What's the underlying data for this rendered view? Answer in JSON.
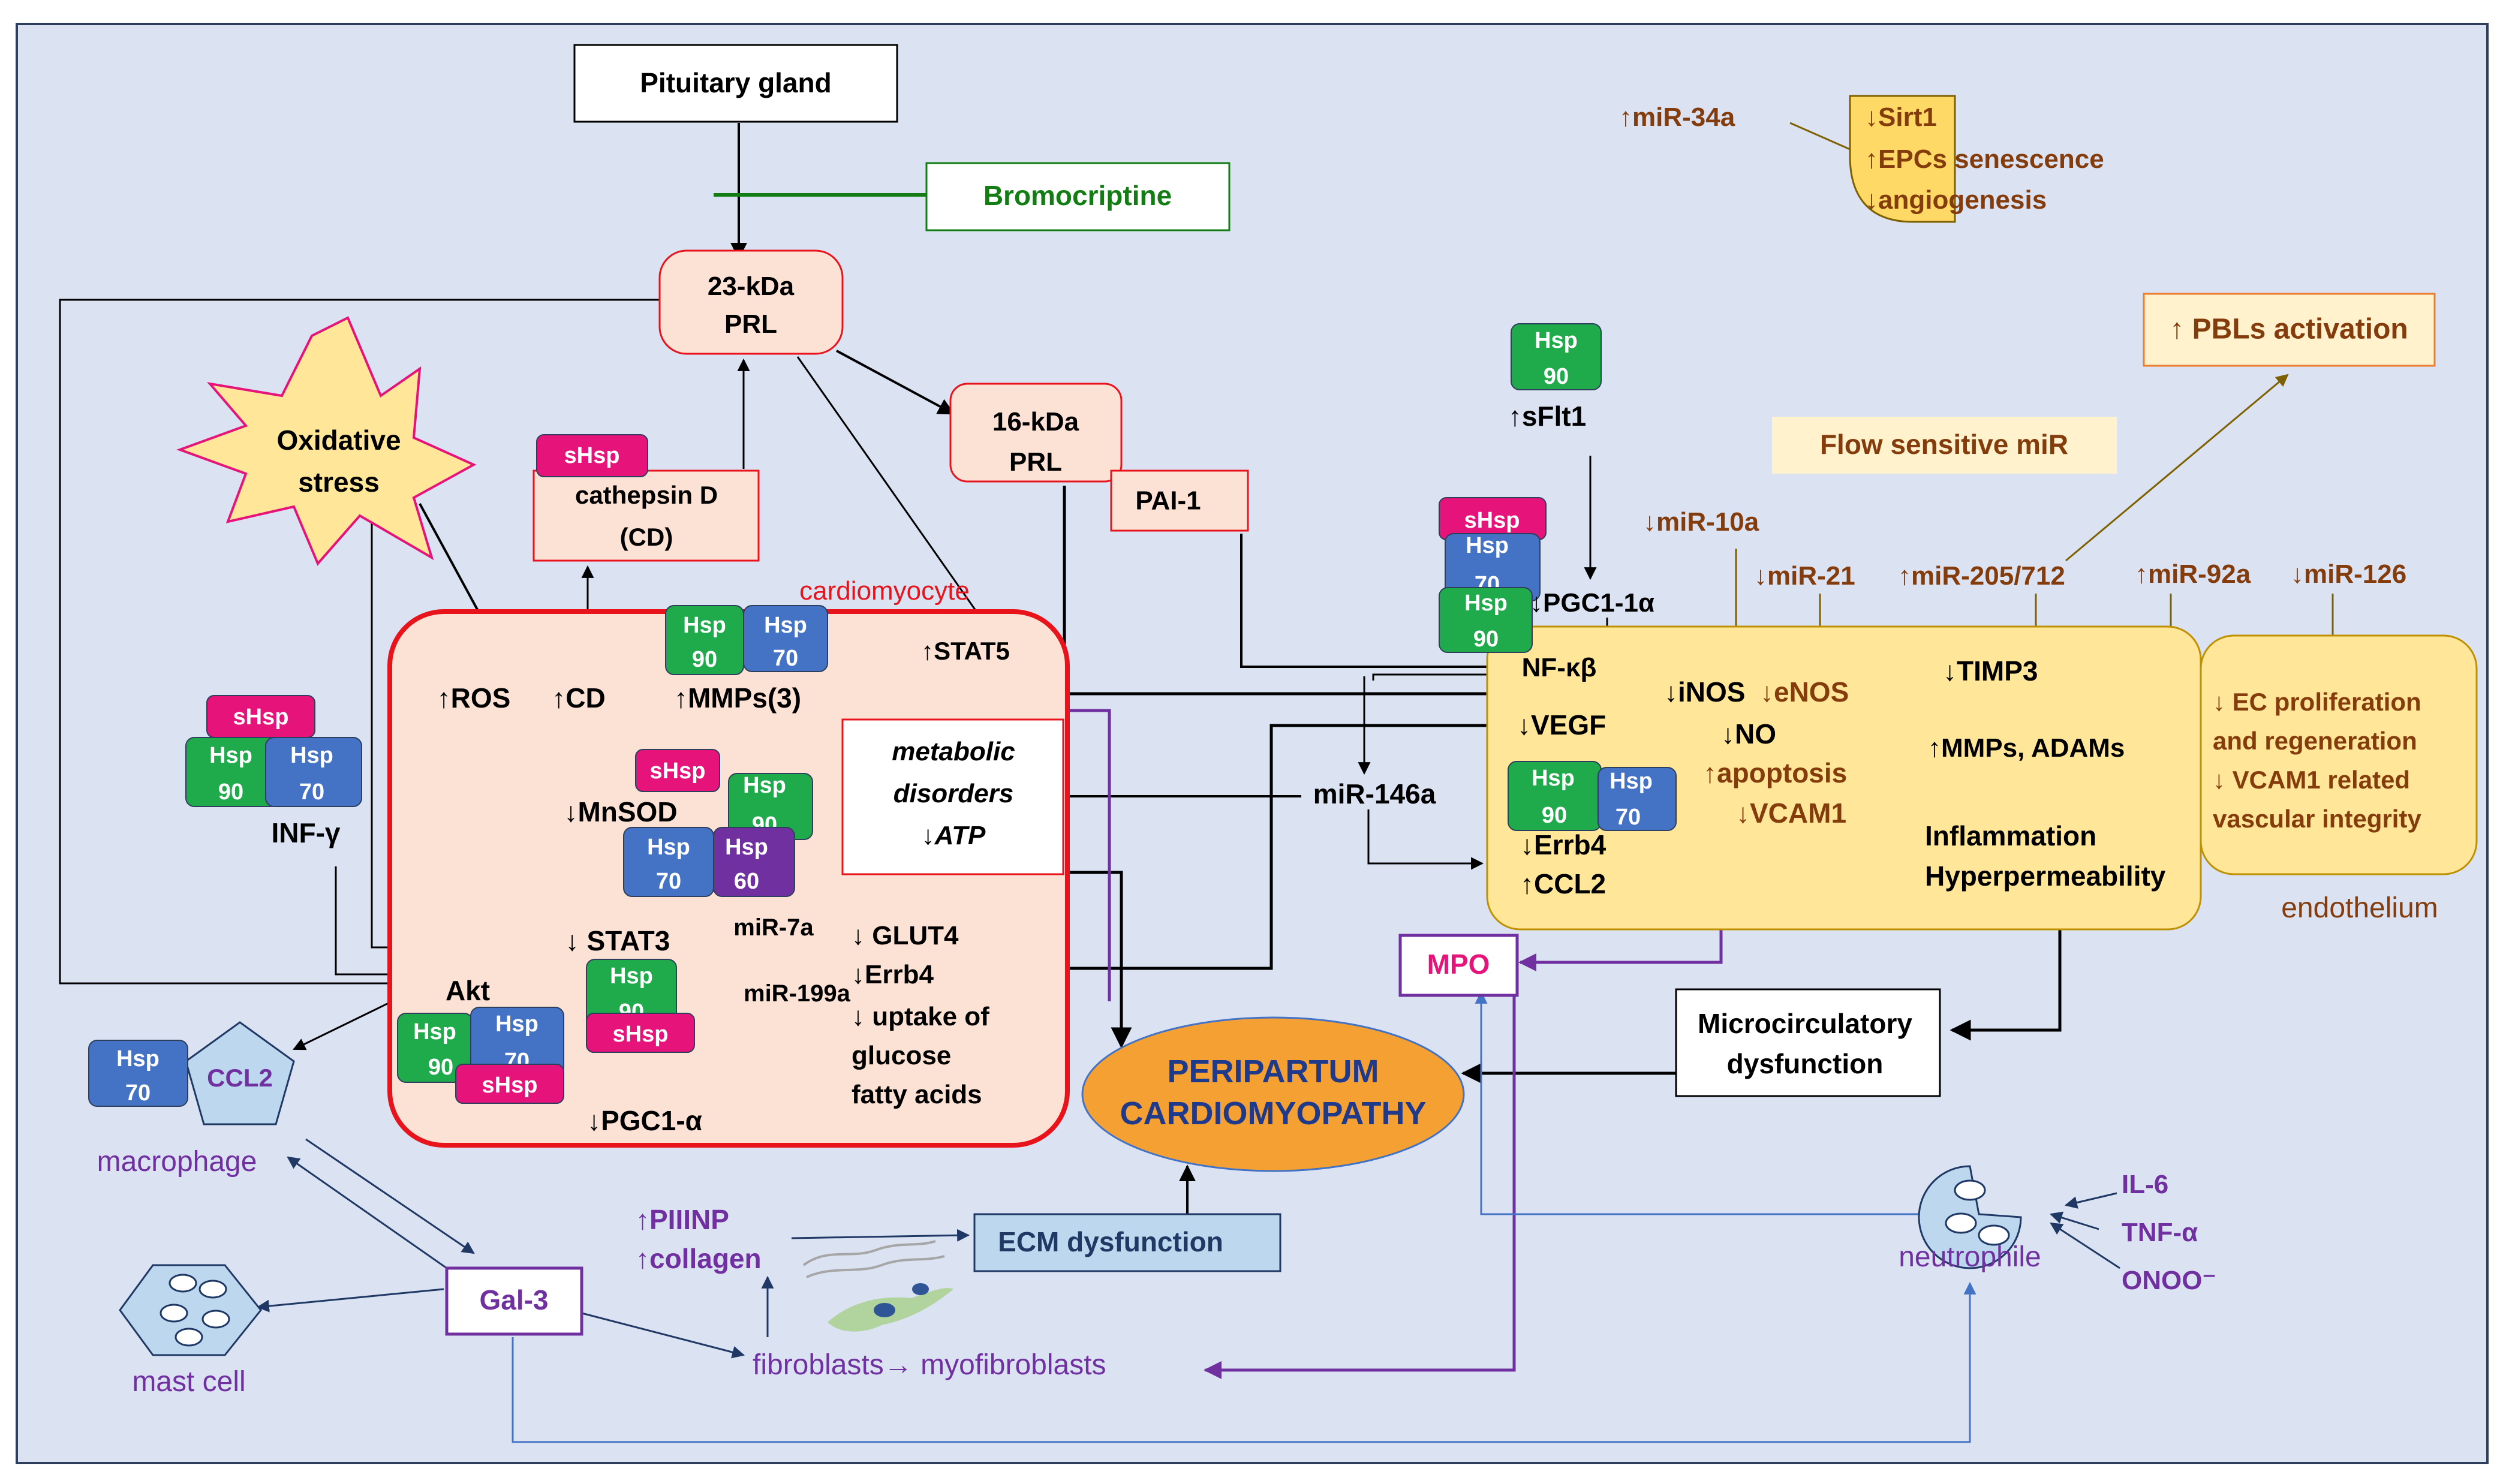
{
  "colors": {
    "background": "#dbe3f3",
    "frame": "#2d3f5c",
    "red": "#e8131b",
    "cell_fill": "#fbe2d5",
    "endo_fill": "#ffe699",
    "endo_border": "#bf9000",
    "brown": "#843c0c",
    "green": "#127d12",
    "purple": "#7030a0",
    "hsp90": "#1faa4b",
    "hsp70": "#4472c4",
    "shsp": "#e6137a",
    "hsp60": "#7030a0",
    "navy": "#1f3864",
    "orange": "#f5a033",
    "dark_blue_text": "#1f3a8a",
    "light_blue_box": "#bdd7ee",
    "gold": "#ffd966",
    "pbl_fill": "#fff2cc"
  },
  "nodes": {
    "pituitary": "Pituitary gland",
    "bromocriptine": "Bromocriptine",
    "prl23_line1": "23-kDa",
    "prl23_line2": "PRL",
    "prl16_line1": "16-kDa",
    "prl16_line2": "PRL",
    "pai1": "PAI-1",
    "oxidative_line1": "Oxidative",
    "oxidative_line2": "stress",
    "cathepsin_line1": "cathepsin D",
    "cathepsin_line2": "(CD)",
    "cardiomyocyte_label": "cardiomyocyte",
    "ros": "↑ROS",
    "cd": "↑CD",
    "mmps3": "↑MMPs(3)",
    "stat5": "↑STAT5",
    "mnsod": "↓MnSOD",
    "stat3": "↓ STAT3",
    "mir7a": "miR-7a",
    "mir199a": "miR-199a",
    "glut4": "↓ GLUT4",
    "errb4_cell": "↓Errb4",
    "uptake_line1": "↓ uptake of",
    "uptake_line2": "glucose",
    "uptake_line3": "fatty acids",
    "pgc1a_cell": "↓PGC1-α",
    "akt": "Akt",
    "infg": "INF-γ",
    "metabolic_line1": "metabolic",
    "metabolic_line2": "disorders",
    "metabolic_line3": "↓ATP",
    "ccl2_macro": "CCL2",
    "macrophage": "macrophage",
    "mast_cell": "mast cell",
    "gal3": "Gal-3",
    "piiinp": "↑PIIINP",
    "collagen": "↑collagen",
    "ecm": "ECM dysfunction",
    "fibroblasts": "fibroblasts→ myofibroblasts",
    "ppcm_line1": "PERIPARTUM",
    "ppcm_line2": "CARDIOMYOPATHY",
    "microcirc_line1": "Microcirculatory",
    "microcirc_line2": "dysfunction",
    "mpo": "MPO",
    "neutrophile": "neutrophile",
    "il6": "IL-6",
    "tnfa": "TNF-α",
    "onoo": "ONOO⁻",
    "sflt1": "↑sFlt1",
    "pgc1a_endo": "↓PGC1-1α",
    "nfkb": "NF-κβ",
    "mir146a": "miR-146a",
    "inos": "↓iNOS",
    "enos": "↓eNOS",
    "no": "↓NO",
    "apoptosis": "↑apoptosis",
    "vcam1": "↓VCAM1",
    "vegf": "↓VEGF",
    "errb4_endo": "↓Errb4",
    "ccl2_endo": "↑CCL2",
    "timp3": "↓TIMP3",
    "mmps_adams": "↑MMPs, ADAMs",
    "inflammation": "Inflammation",
    "hyperperm": "Hyperpermeability",
    "flow_mir": "Flow sensitive miR",
    "pbl": "↑ PBLs activation",
    "mir34a": "↑miR-34a",
    "sirt1": "↓Sirt1",
    "epcs": "↑EPCs senescence",
    "angio": "↓angiogenesis",
    "mir10a": "↓miR-10a",
    "mir21": "↓miR-21",
    "mir205": "↑miR-205/712",
    "mir92a": "↑miR-92a",
    "mir126": "↓miR-126",
    "ec_line1": "↓ EC proliferation",
    "ec_line2": "and regeneration",
    "ec_line3": "↓ VCAM1 related",
    "ec_line4": "vascular integrity",
    "endothelium": "endothelium"
  },
  "hsp": {
    "hsp": "Hsp",
    "shsp": "sHsp",
    "n90": "90",
    "n70": "70",
    "n60": "60"
  }
}
